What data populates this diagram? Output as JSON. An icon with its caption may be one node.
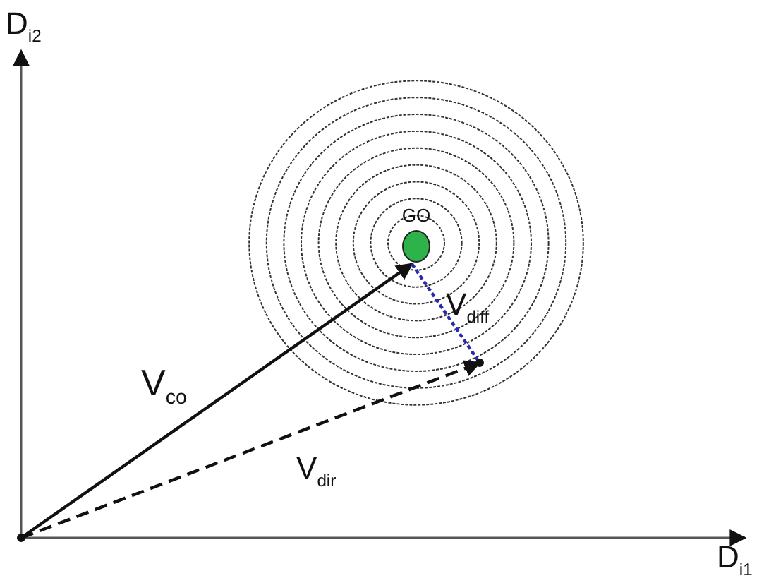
{
  "diagram": {
    "nodes": [
      {
        "text": [],
        "shape": "point"
      },
      {
        "text": [
          "GO"
        ]
      },
      {
        "text": [],
        "shape": "point"
      }
    ],
    "edges": [
      {
        "from": 0,
        "to": 1,
        "arrow": "to",
        "label": "V$_{co}$"
      },
      {
        "from": 0,
        "to": 2,
        "arrow": "to",
        "label": "V$_{dir}$",
        "style": "dashed"
      },
      {
        "from": 1,
        "to": 2,
        "arrow": "none",
        "label": "V$_{diff}$",
        "style": "dashed",
        "color": "#2a2ab0"
      }
    ],
    "labels": [
      "D$_{i2}$",
      "D$_{i1}$"
    ]
  }
}
